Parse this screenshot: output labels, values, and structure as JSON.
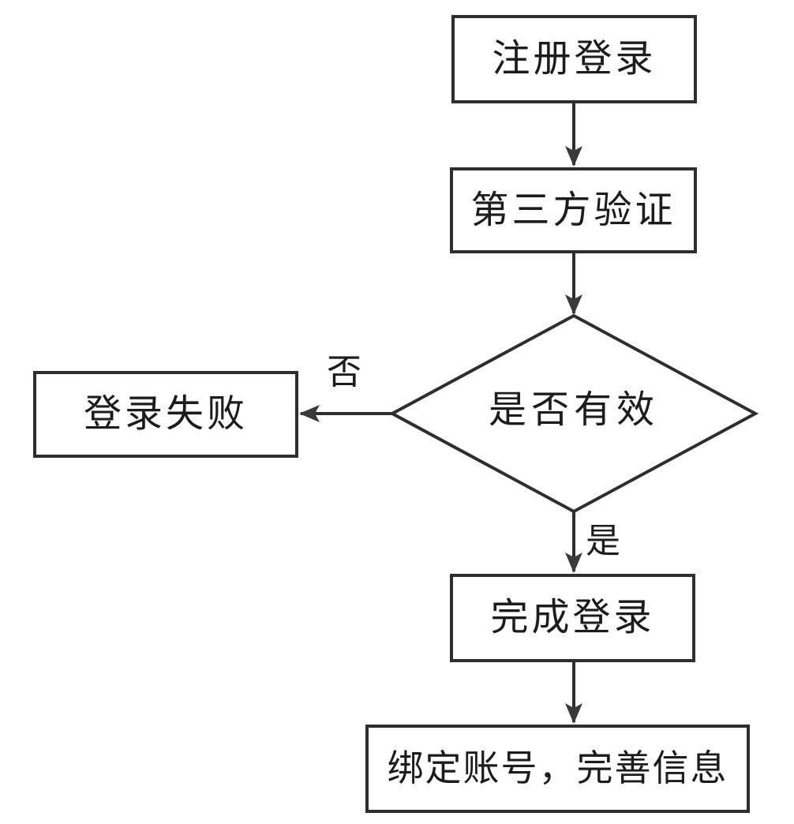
{
  "diagram": {
    "type": "flowchart",
    "background": "#fefefe",
    "stroke_color": "#2e2e2e",
    "text_color": "#1c1c1c",
    "nodes": {
      "register": {
        "label": "注册登录",
        "shape": "rectangle"
      },
      "verify": {
        "label": "第三方验证",
        "shape": "rectangle"
      },
      "decision": {
        "label": "是否有效",
        "shape": "diamond"
      },
      "failed": {
        "label": "登录失败",
        "shape": "rectangle"
      },
      "complete": {
        "label": "完成登录",
        "shape": "rectangle"
      },
      "bind": {
        "label": "绑定账号，完善信息",
        "shape": "rectangle"
      }
    },
    "edges": [
      {
        "from": "register",
        "to": "verify",
        "label": ""
      },
      {
        "from": "verify",
        "to": "decision",
        "label": ""
      },
      {
        "from": "decision",
        "to": "failed",
        "label": "否"
      },
      {
        "from": "decision",
        "to": "complete",
        "label": "是"
      },
      {
        "from": "complete",
        "to": "bind",
        "label": ""
      }
    ],
    "edge_labels": {
      "no": "否",
      "yes": "是"
    }
  }
}
